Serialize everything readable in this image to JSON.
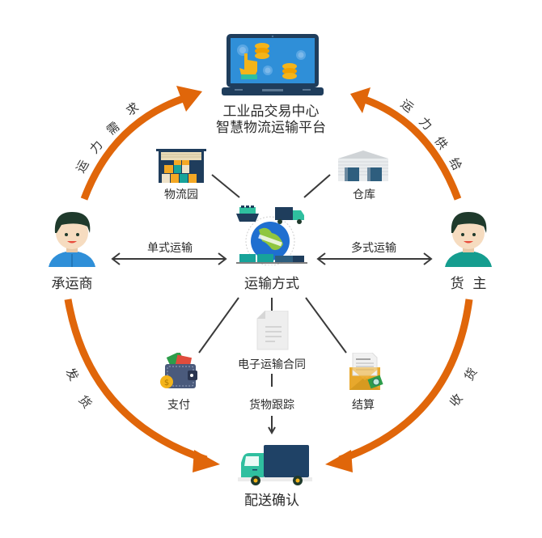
{
  "platform": {
    "title_line1": "工业品交易中心",
    "title_line2": "智慧物流运输平台",
    "icon": "laptop-trading-icon"
  },
  "nodes": {
    "carrier": {
      "label": "承运商",
      "icon": "carrier-person-icon"
    },
    "shipper": {
      "label": "货  主",
      "icon": "shipper-person-icon"
    },
    "transport": {
      "label": "运输方式",
      "icon": "globe-transport-icon"
    },
    "delivery": {
      "label": "配送确认",
      "icon": "delivery-truck-icon"
    },
    "logistics_park": {
      "label": "物流园",
      "icon": "logistics-park-icon"
    },
    "warehouse": {
      "label": "仓库",
      "icon": "warehouse-icon"
    },
    "contract": {
      "label": "电子运输合同",
      "icon": "document-icon"
    },
    "payment": {
      "label": "支付",
      "icon": "wallet-icon"
    },
    "settlement": {
      "label": "结算",
      "icon": "envelope-invoice-icon"
    },
    "tracking": {
      "label": "货物跟踪"
    }
  },
  "links": {
    "single_mode": "单式运输",
    "multi_mode": "多式运输"
  },
  "cycle_arrows": {
    "top_left": [
      "运",
      "力",
      "需",
      "求"
    ],
    "top_right": [
      "运",
      "力",
      "供",
      "给"
    ],
    "bottom_left": [
      "发",
      "货"
    ],
    "bottom_right": [
      "收",
      "货"
    ]
  },
  "colors": {
    "arrow": "#e0660a",
    "connector": "#3a3a3a",
    "dark_navy": "#1f3d5c",
    "teal": "#2fbf9f",
    "screen_blue": "#2f8fd8",
    "skin": "#f6dcc0",
    "hair": "#1f3a2c"
  }
}
